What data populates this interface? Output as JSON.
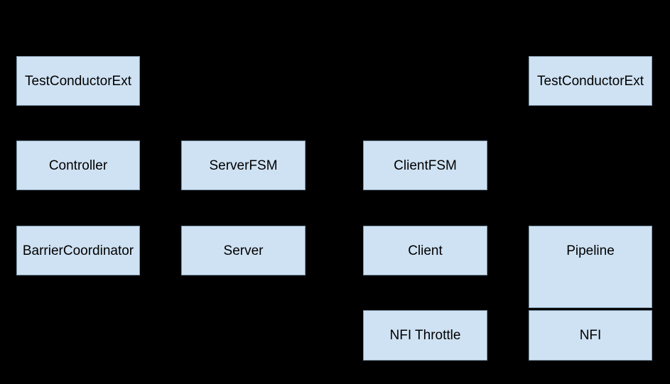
{
  "diagram": {
    "background_color": "#000000",
    "node_fill_color": "#cfe2f3",
    "node_border_color": "#7f98ac",
    "node_text_color": "#000000",
    "nodes": [
      {
        "id": "testconductorext-left",
        "label": "TestConductorExt"
      },
      {
        "id": "testconductorext-right",
        "label": "TestConductorExt"
      },
      {
        "id": "controller",
        "label": "Controller"
      },
      {
        "id": "serverfsm",
        "label": "ServerFSM"
      },
      {
        "id": "clientfsm",
        "label": "ClientFSM"
      },
      {
        "id": "barriercoordinator",
        "label": "BarrierCoordinator"
      },
      {
        "id": "server",
        "label": "Server"
      },
      {
        "id": "client",
        "label": "Client"
      },
      {
        "id": "pipeline",
        "label": "Pipeline"
      },
      {
        "id": "nfi-throttle",
        "label": "NFI Throttle"
      },
      {
        "id": "nfi",
        "label": "NFI"
      }
    ]
  }
}
